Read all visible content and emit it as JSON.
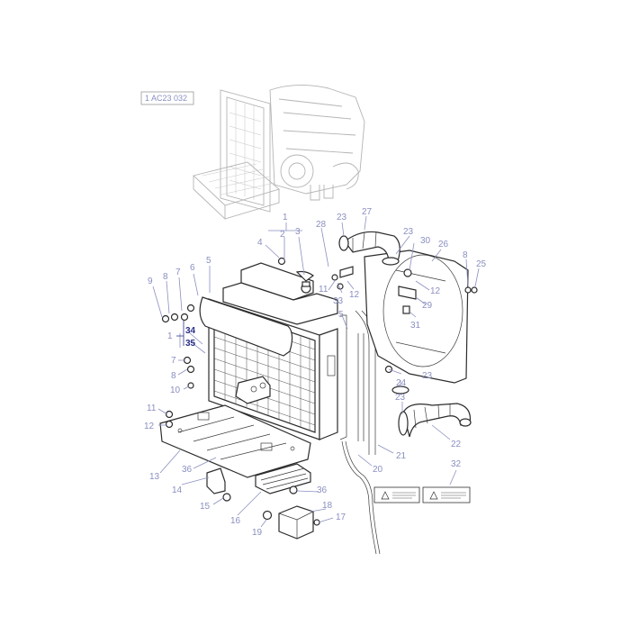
{
  "diagram": {
    "reference_code": "1 AC23 032",
    "callouts": [
      "1",
      "2",
      "3",
      "4",
      "5",
      "6",
      "7",
      "8",
      "9",
      "10",
      "11",
      "12",
      "13",
      "14",
      "15",
      "16",
      "17",
      "18",
      "19",
      "20",
      "21",
      "22",
      "23",
      "24",
      "25",
      "26",
      "27",
      "28",
      "29",
      "30",
      "31",
      "32",
      "33",
      "34",
      "35",
      "36"
    ],
    "highlighted_callouts": [
      "34",
      "35"
    ],
    "colors": {
      "callout": "#8a8fc0",
      "callout_highlight": "#2a2f88",
      "line_art": "#2c2c2c",
      "ghost_art": "#b4b4b4"
    }
  }
}
